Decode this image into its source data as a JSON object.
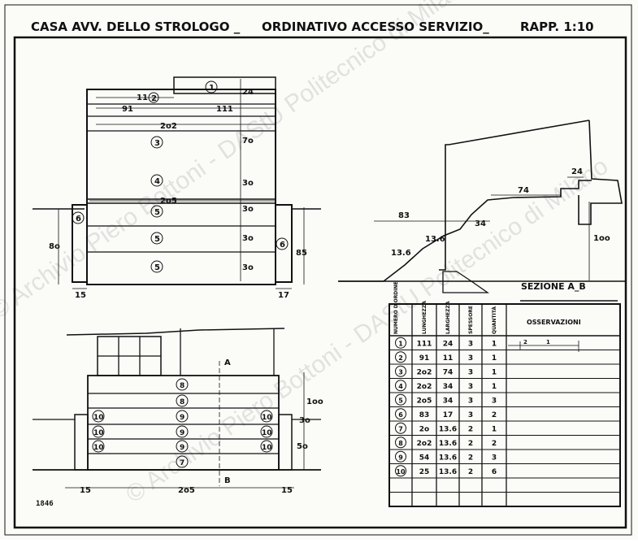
{
  "title": {
    "left": "CASA AVV. DELLO STROLOGO _",
    "mid": "ORDINATIVO ACCESSO SERVIZIO_",
    "right": "RAPP. 1:10"
  },
  "plan": {
    "dim_top_small": "11",
    "dim_91": "91",
    "dim_111": "111",
    "dim_24": "24",
    "dim_202": "2o2",
    "dim_205": "2o5",
    "dim_70": "7o",
    "dim_30a": "3o",
    "dim_30b": "3o",
    "dim_30c": "3o",
    "dim_30d": "3o",
    "dim_80": "8o",
    "dim_85": "85",
    "dim_15": "15",
    "dim_17": "17",
    "marks": [
      "1",
      "2",
      "3",
      "4",
      "5",
      "5",
      "5",
      "6",
      "6"
    ]
  },
  "section": {
    "dim_83": "83",
    "dim_74": "74",
    "dim_24": "24",
    "dim_34": "34",
    "dim_136a": "13.6",
    "dim_136b": "13.6",
    "dim_100": "1oo",
    "caption": "SEZIONE A_B"
  },
  "elevation": {
    "label_a": "A",
    "label_b": "B",
    "dim_100": "1oo",
    "dim_50": "5o",
    "dim_30": "3o",
    "dim_15a": "15",
    "dim_15b": "15",
    "dim_205": "2o5",
    "marks": [
      "8",
      "8",
      "9",
      "9",
      "9",
      "7",
      "10",
      "10",
      "10",
      "10",
      "10",
      "10"
    ]
  },
  "table": {
    "headers": [
      "NUMERO D'ORDINE",
      "LUNGHEZZA",
      "LARGHEZZA",
      "SPESSORE",
      "QUANTITÀ",
      "OSSERVAZIONI"
    ],
    "rows": [
      [
        "1",
        "111",
        "24",
        "3",
        "1"
      ],
      [
        "2",
        "91",
        "11",
        "3",
        "1"
      ],
      [
        "3",
        "2o2",
        "74",
        "3",
        "1"
      ],
      [
        "4",
        "2o2",
        "34",
        "3",
        "1"
      ],
      [
        "5",
        "2o5",
        "34",
        "3",
        "3"
      ],
      [
        "6",
        "83",
        "17",
        "3",
        "2"
      ],
      [
        "7",
        "2o",
        "13.6",
        "2",
        "1"
      ],
      [
        "8",
        "2o2",
        "13.6",
        "2",
        "2"
      ],
      [
        "9",
        "54",
        "13.6",
        "2",
        "3"
      ],
      [
        "10",
        "25",
        "13.6",
        "2",
        "6"
      ]
    ],
    "obs_sketch_small": "2",
    "obs_sketch_large": "1"
  },
  "sheet_number": "1846",
  "watermark": "© Archivio Piero Bottoni - DAStU Politecnico di Milano",
  "colors": {
    "ink": "#111111",
    "paper": "#fbfbf8",
    "watermark": "#8a8a8a"
  }
}
